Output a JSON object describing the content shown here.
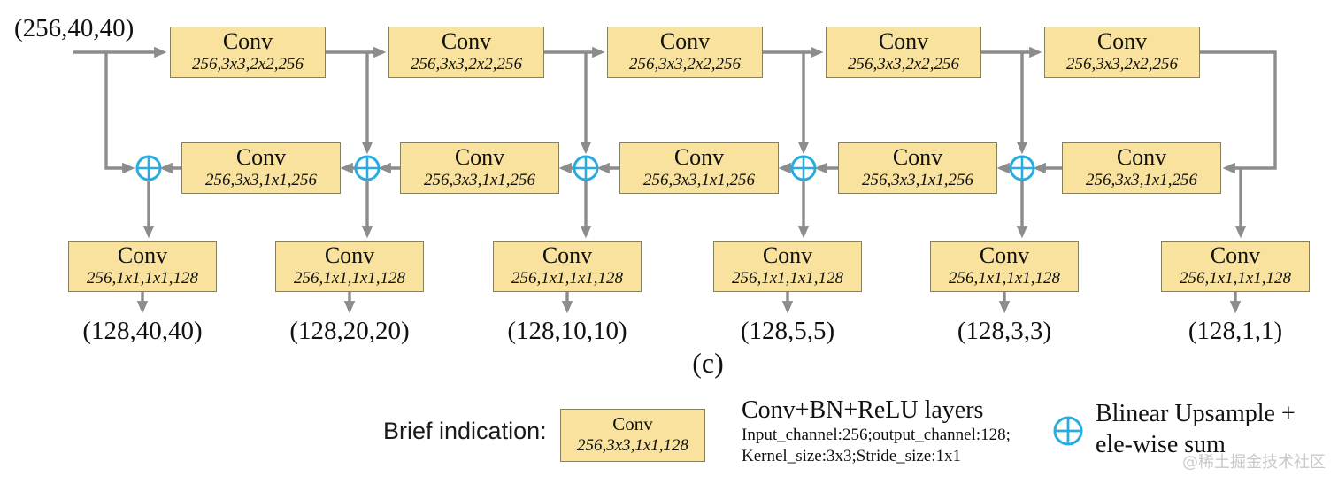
{
  "diagram": {
    "input_label": "(256,40,40)",
    "caption": "(c)",
    "top_row": [
      {
        "title": "Conv",
        "params": "256,3x3,2x2,256"
      },
      {
        "title": "Conv",
        "params": "256,3x3,2x2,256"
      },
      {
        "title": "Conv",
        "params": "256,3x3,2x2,256"
      },
      {
        "title": "Conv",
        "params": "256,3x3,2x2,256"
      },
      {
        "title": "Conv",
        "params": "256,3x3,2x2,256"
      }
    ],
    "mid_row": [
      {
        "title": "Conv",
        "params": "256,3x3,1x1,256"
      },
      {
        "title": "Conv",
        "params": "256,3x3,1x1,256"
      },
      {
        "title": "Conv",
        "params": "256,3x3,1x1,256"
      },
      {
        "title": "Conv",
        "params": "256,3x3,1x1,256"
      },
      {
        "title": "Conv",
        "params": "256,3x3,1x1,256"
      }
    ],
    "bottom_row": [
      {
        "title": "Conv",
        "params": "256,1x1,1x1,128",
        "output": "(128,40,40)"
      },
      {
        "title": "Conv",
        "params": "256,1x1,1x1,128",
        "output": "(128,20,20)"
      },
      {
        "title": "Conv",
        "params": "256,1x1,1x1,128",
        "output": "(128,10,10)"
      },
      {
        "title": "Conv",
        "params": "256,1x1,1x1,128",
        "output": "(128,5,5)"
      },
      {
        "title": "Conv",
        "params": "256,1x1,1x1,128",
        "output": "(128,3,3)"
      },
      {
        "title": "Conv",
        "params": "256,1x1,1x1,128",
        "output": "(128,1,1)"
      }
    ]
  },
  "legend": {
    "label": "Brief indication:",
    "sample_box": {
      "title": "Conv",
      "params": "256,3x3,1x1,128"
    },
    "conv_title": "Conv+BN+ReLU layers",
    "conv_line1": "Input_channel:256;output_channel:128;",
    "conv_line2": "Kernel_size:3x3;Stride_size:1x1",
    "sum_line1": "Blinear Upsample +",
    "sum_line2": "ele-wise sum"
  },
  "watermark": "@稀土掘金技术社区",
  "colors": {
    "box_fill": "#F8E29E",
    "box_border": "#85805E",
    "wire": "#8C8C8C",
    "sum_node": "#29ABE2",
    "watermark": "#C9C9C9"
  }
}
